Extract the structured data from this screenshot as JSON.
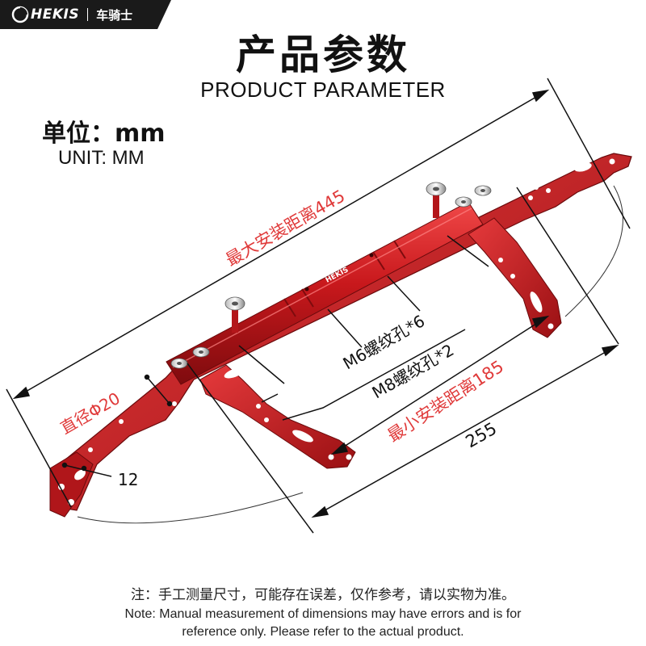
{
  "header": {
    "brand": "HEKIS",
    "brand_cn": "车骑士"
  },
  "title": {
    "cn": "产品参数",
    "en": "PRODUCT PARAMETER"
  },
  "unit": {
    "cn": "单位：mm",
    "en": "UNIT: MM"
  },
  "dimensions": {
    "max_install": "最大安装距离445",
    "min_install": "最小安装距离185",
    "length": "255",
    "diameter": "直径Φ20",
    "hole": "12",
    "m6": "M6螺纹孔*6",
    "m8": "M8螺纹孔*2"
  },
  "product": {
    "logo": "HEKIS"
  },
  "note": {
    "cn": "注：手工测量尺寸，可能存在误差，仅作参考，请以实物为准。",
    "en_line1": "Note: Manual measurement of dimensions may have errors and is for",
    "en_line2": "reference only. Please refer to the actual product."
  },
  "colors": {
    "accent_red": "#e03a3a",
    "metal_red": "#c8181c",
    "metal_dark": "#8e0f12",
    "dark": "#111111"
  }
}
